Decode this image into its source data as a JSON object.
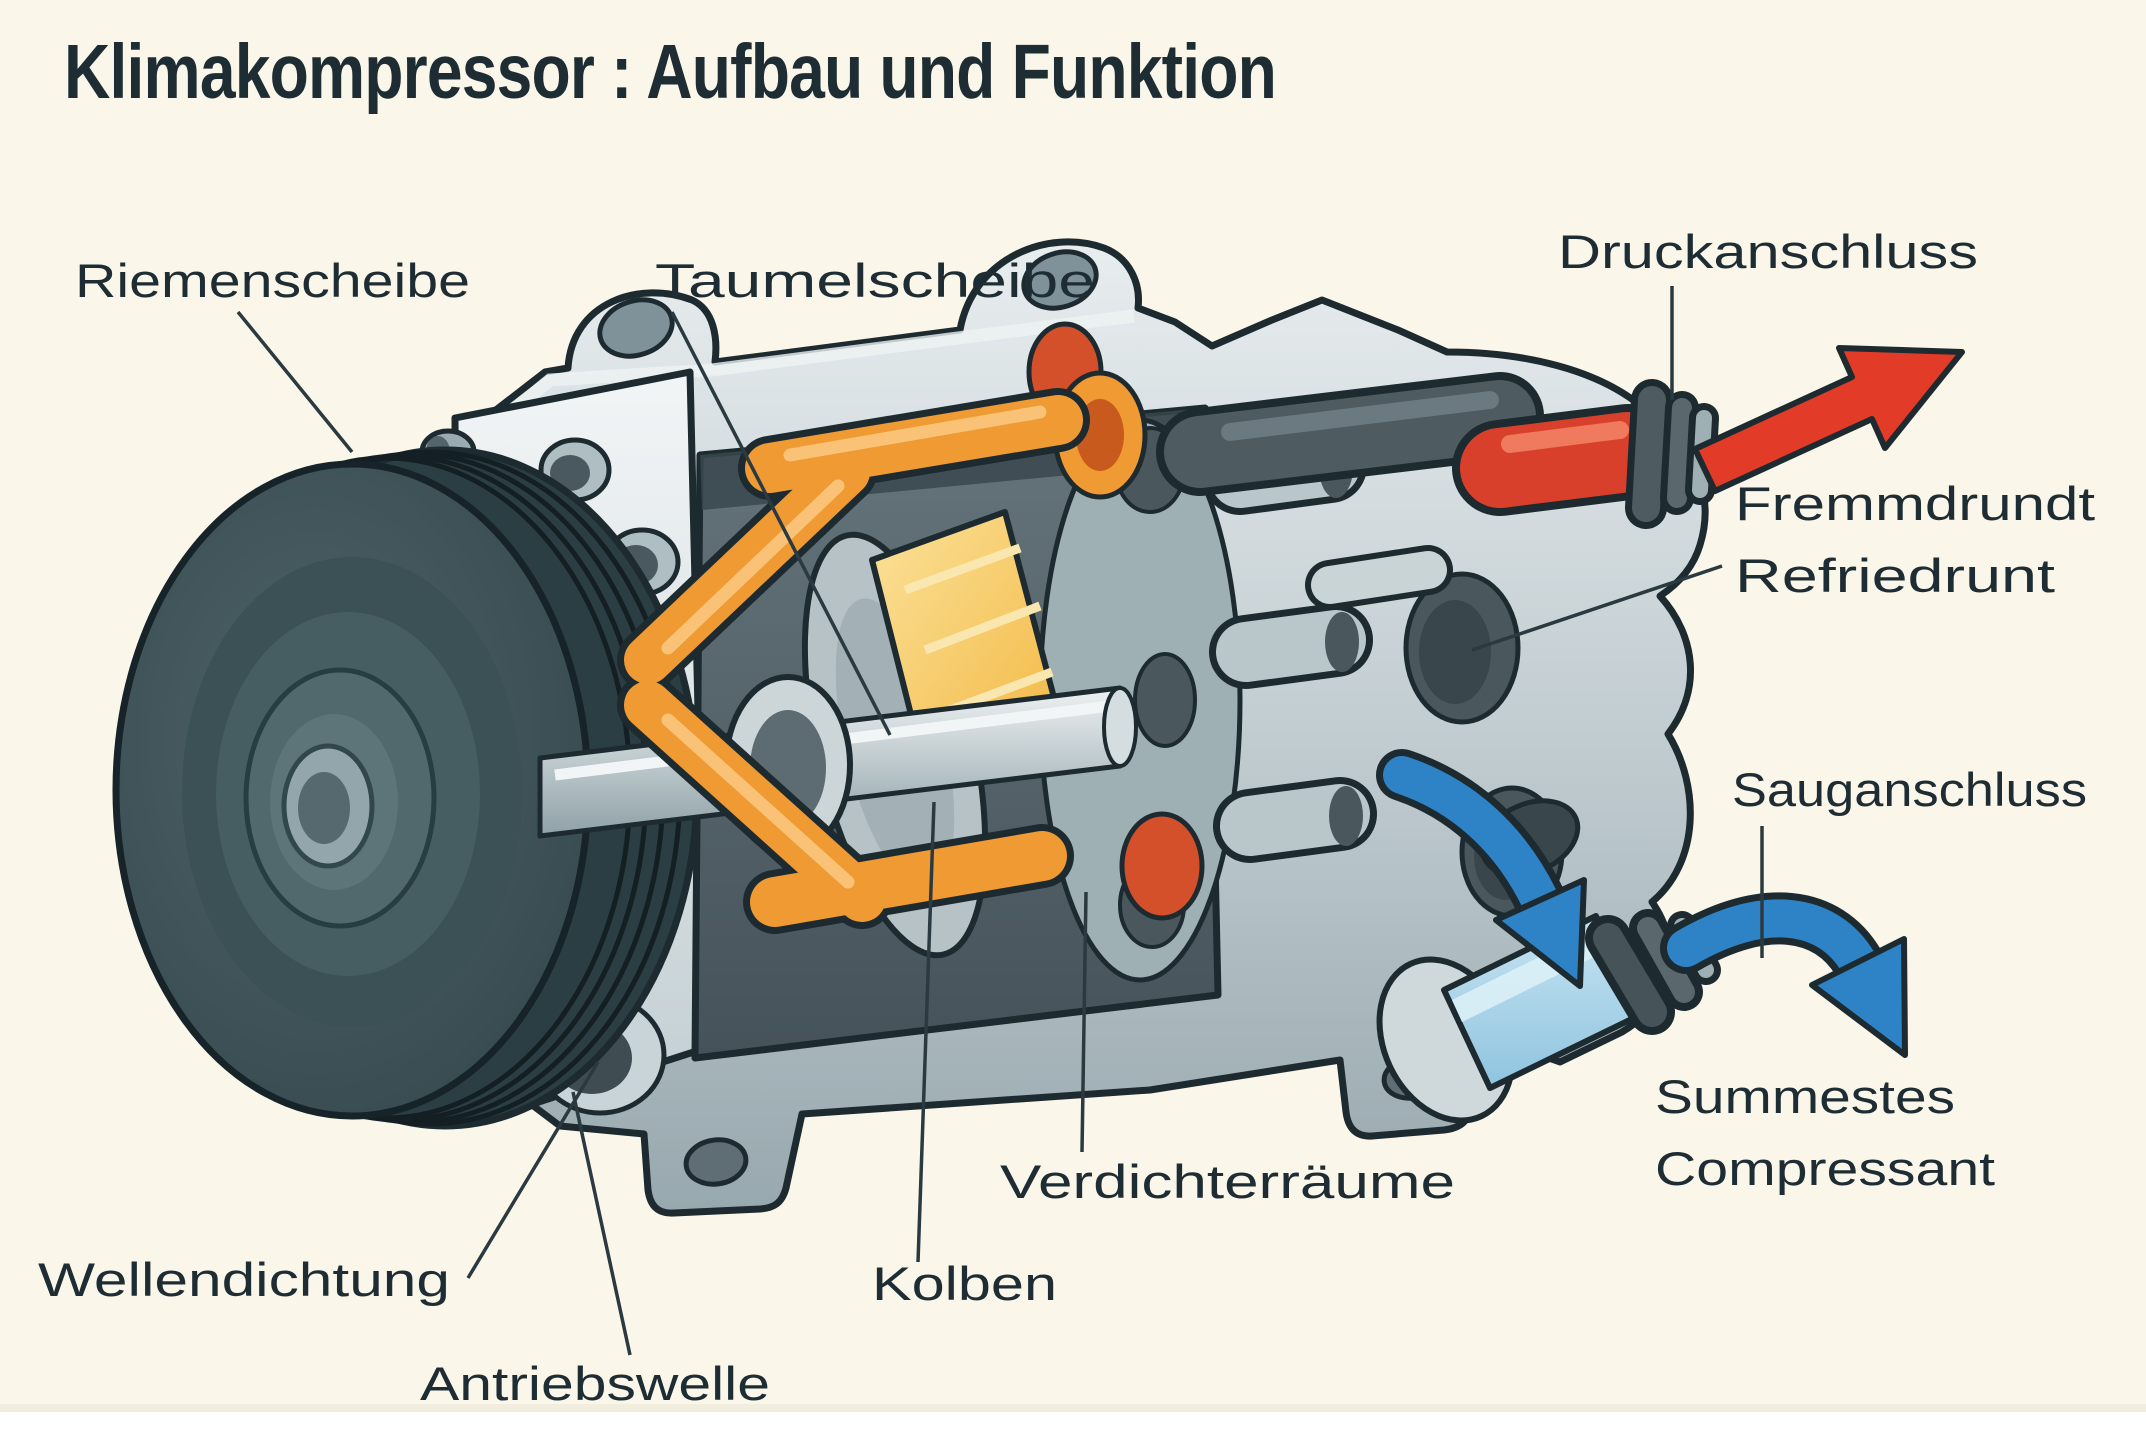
{
  "title": "Klimakompressor : Aufbau und Funktion",
  "labels": {
    "riemenscheibe": "Riemenscheibe",
    "taumelscheibe": "Taumelscheibe",
    "druckanschluss": "Druckanschluss",
    "fremmdrundt_line1": "Fremmdrundt",
    "fremmdrundt_line2": "Refriedrunt",
    "sauganschluss": "Sauganschluss",
    "summestes_line1": "Summestes",
    "summestes_line2": "Compressant",
    "verdichterraeume": "Verdichterräume",
    "kolben": "Kolben",
    "wellendichtung": "Wellendichtung",
    "antriebswelle": "Antriebswelle"
  },
  "colors": {
    "background": "#FAF6E9",
    "ink": "#1E2D34",
    "outline": "#1D2B31",
    "metal_light": "#E8EDEF",
    "metal_mid": "#C2CDD1",
    "metal_dark": "#97A8AE",
    "cavity": "#53626A",
    "pulley_dark": "#2A3E43",
    "pulley_face": "#44595E",
    "piston_orange": "#F09A33",
    "swash_yellow": "#F2B63F",
    "discharge_red": "#D8402B",
    "suction_blue": "#2E83C6",
    "suction_port_blue": "#A9D3EA"
  }
}
